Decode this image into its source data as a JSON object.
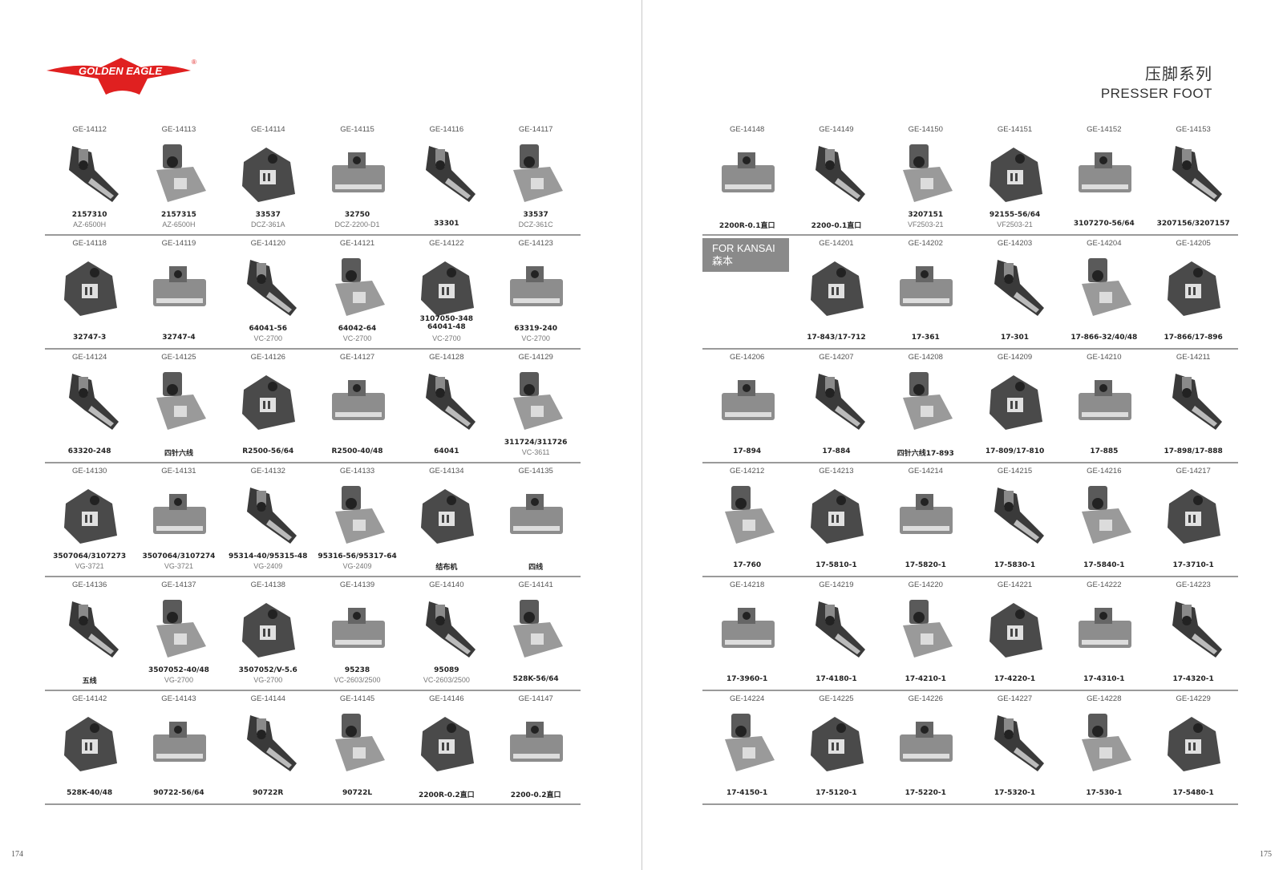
{
  "brand": {
    "logo_text": "GOLDEN EAGLE",
    "registered": "®",
    "color": "#e02020"
  },
  "category": {
    "title_cn": "压脚系列",
    "title_en": "PRESSER FOOT"
  },
  "kansai_badge": {
    "line1": "FOR KANSAI",
    "line2": "森本"
  },
  "page_numbers": {
    "left": "174",
    "right": "175"
  },
  "left_rows": [
    [
      {
        "code": "GE-14112",
        "l1": "2157310",
        "l2": "AZ-6500H"
      },
      {
        "code": "GE-14113",
        "l1": "2157315",
        "l2": "AZ-6500H"
      },
      {
        "code": "GE-14114",
        "l1": "33537",
        "l2": "DCZ-361A"
      },
      {
        "code": "GE-14115",
        "l1": "32750",
        "l2": "DCZ-2200-D1"
      },
      {
        "code": "GE-14116",
        "l1": "33301",
        "l2": ""
      },
      {
        "code": "GE-14117",
        "l1": "33537",
        "l2": "DCZ-361C"
      }
    ],
    [
      {
        "code": "GE-14118",
        "l1": "32747-3",
        "l2": ""
      },
      {
        "code": "GE-14119",
        "l1": "32747-4",
        "l2": ""
      },
      {
        "code": "GE-14120",
        "l1": "64041-56",
        "l2": "VC-2700"
      },
      {
        "code": "GE-14121",
        "l1": "64042-64",
        "l2": "VC-2700"
      },
      {
        "code": "GE-14122",
        "l1": "3107050-348\n64041-48",
        "l2": "VC-2700"
      },
      {
        "code": "GE-14123",
        "l1": "63319-240",
        "l2": "VC-2700"
      }
    ],
    [
      {
        "code": "GE-14124",
        "l1": "63320-248",
        "l2": ""
      },
      {
        "code": "GE-14125",
        "l1": "四针六线",
        "l2": ""
      },
      {
        "code": "GE-14126",
        "l1": "R2500-56/64",
        "l2": ""
      },
      {
        "code": "GE-14127",
        "l1": "R2500-40/48",
        "l2": ""
      },
      {
        "code": "GE-14128",
        "l1": "64041",
        "l2": ""
      },
      {
        "code": "GE-14129",
        "l1": "311724/311726",
        "l2": "VC-3611"
      }
    ],
    [
      {
        "code": "GE-14130",
        "l1": "3507064/3107273",
        "l2": "VG-3721"
      },
      {
        "code": "GE-14131",
        "l1": "3507064/3107274",
        "l2": "VG-3721"
      },
      {
        "code": "GE-14132",
        "l1": "95314-40/95315-48",
        "l2": "VG-2409"
      },
      {
        "code": "GE-14133",
        "l1": "95316-56/95317-64",
        "l2": "VG-2409"
      },
      {
        "code": "GE-14134",
        "l1": "结布机",
        "l2": ""
      },
      {
        "code": "GE-14135",
        "l1": "四线",
        "l2": ""
      }
    ],
    [
      {
        "code": "GE-14136",
        "l1": "五线",
        "l2": ""
      },
      {
        "code": "GE-14137",
        "l1": "3507052-40/48",
        "l2": "VG-2700"
      },
      {
        "code": "GE-14138",
        "l1": "3507052/V-5.6",
        "l2": "VG-2700"
      },
      {
        "code": "GE-14139",
        "l1": "95238",
        "l2": "VC-2603/2500"
      },
      {
        "code": "GE-14140",
        "l1": "95089",
        "l2": "VC-2603/2500"
      },
      {
        "code": "GE-14141",
        "l1": "528K-56/64",
        "l2": ""
      }
    ],
    [
      {
        "code": "GE-14142",
        "l1": "528K-40/48",
        "l2": ""
      },
      {
        "code": "GE-14143",
        "l1": "90722-56/64",
        "l2": ""
      },
      {
        "code": "GE-14144",
        "l1": "90722R",
        "l2": ""
      },
      {
        "code": "GE-14145",
        "l1": "90722L",
        "l2": ""
      },
      {
        "code": "GE-14146",
        "l1": "2200R-0.2直口",
        "l2": ""
      },
      {
        "code": "GE-14147",
        "l1": "2200-0.2直口",
        "l2": ""
      }
    ]
  ],
  "right_rows": [
    [
      {
        "code": "GE-14148",
        "l1": "2200R-0.1直口",
        "l2": ""
      },
      {
        "code": "GE-14149",
        "l1": "2200-0.1直口",
        "l2": ""
      },
      {
        "code": "GE-14150",
        "l1": "3207151",
        "l2": "VF2503-21"
      },
      {
        "code": "GE-14151",
        "l1": "92155-56/64",
        "l2": "VF2503-21"
      },
      {
        "code": "GE-14152",
        "l1": "3107270-56/64",
        "l2": ""
      },
      {
        "code": "GE-14153",
        "l1": "3207156/3207157",
        "l2": ""
      }
    ],
    [
      {
        "code": "",
        "l1": "",
        "l2": "",
        "kansai": true
      },
      {
        "code": "GE-14201",
        "l1": "17-843/17-712",
        "l2": ""
      },
      {
        "code": "GE-14202",
        "l1": "17-361",
        "l2": ""
      },
      {
        "code": "GE-14203",
        "l1": "17-301",
        "l2": ""
      },
      {
        "code": "GE-14204",
        "l1": "17-866-32/40/48",
        "l2": ""
      },
      {
        "code": "GE-14205",
        "l1": "17-866/17-896",
        "l2": ""
      }
    ],
    [
      {
        "code": "GE-14206",
        "l1": "17-894",
        "l2": ""
      },
      {
        "code": "GE-14207",
        "l1": "17-884",
        "l2": ""
      },
      {
        "code": "GE-14208",
        "l1": "四针六线17-893",
        "l2": ""
      },
      {
        "code": "GE-14209",
        "l1": "17-809/17-810",
        "l2": ""
      },
      {
        "code": "GE-14210",
        "l1": "17-885",
        "l2": ""
      },
      {
        "code": "GE-14211",
        "l1": "17-898/17-888",
        "l2": ""
      }
    ],
    [
      {
        "code": "GE-14212",
        "l1": "17-760",
        "l2": ""
      },
      {
        "code": "GE-14213",
        "l1": "17-5810-1",
        "l2": ""
      },
      {
        "code": "GE-14214",
        "l1": "17-5820-1",
        "l2": ""
      },
      {
        "code": "GE-14215",
        "l1": "17-5830-1",
        "l2": ""
      },
      {
        "code": "GE-14216",
        "l1": "17-5840-1",
        "l2": ""
      },
      {
        "code": "GE-14217",
        "l1": "17-3710-1",
        "l2": ""
      }
    ],
    [
      {
        "code": "GE-14218",
        "l1": "17-3960-1",
        "l2": ""
      },
      {
        "code": "GE-14219",
        "l1": "17-4180-1",
        "l2": ""
      },
      {
        "code": "GE-14220",
        "l1": "17-4210-1",
        "l2": ""
      },
      {
        "code": "GE-14221",
        "l1": "17-4220-1",
        "l2": ""
      },
      {
        "code": "GE-14222",
        "l1": "17-4310-1",
        "l2": ""
      },
      {
        "code": "GE-14223",
        "l1": "17-4320-1",
        "l2": ""
      }
    ],
    [
      {
        "code": "GE-14224",
        "l1": "17-4150-1",
        "l2": ""
      },
      {
        "code": "GE-14225",
        "l1": "17-5120-1",
        "l2": ""
      },
      {
        "code": "GE-14226",
        "l1": "17-5220-1",
        "l2": ""
      },
      {
        "code": "GE-14227",
        "l1": "17-5320-1",
        "l2": ""
      },
      {
        "code": "GE-14228",
        "l1": "17-530-1",
        "l2": ""
      },
      {
        "code": "GE-14229",
        "l1": "17-5480-1",
        "l2": ""
      }
    ]
  ]
}
